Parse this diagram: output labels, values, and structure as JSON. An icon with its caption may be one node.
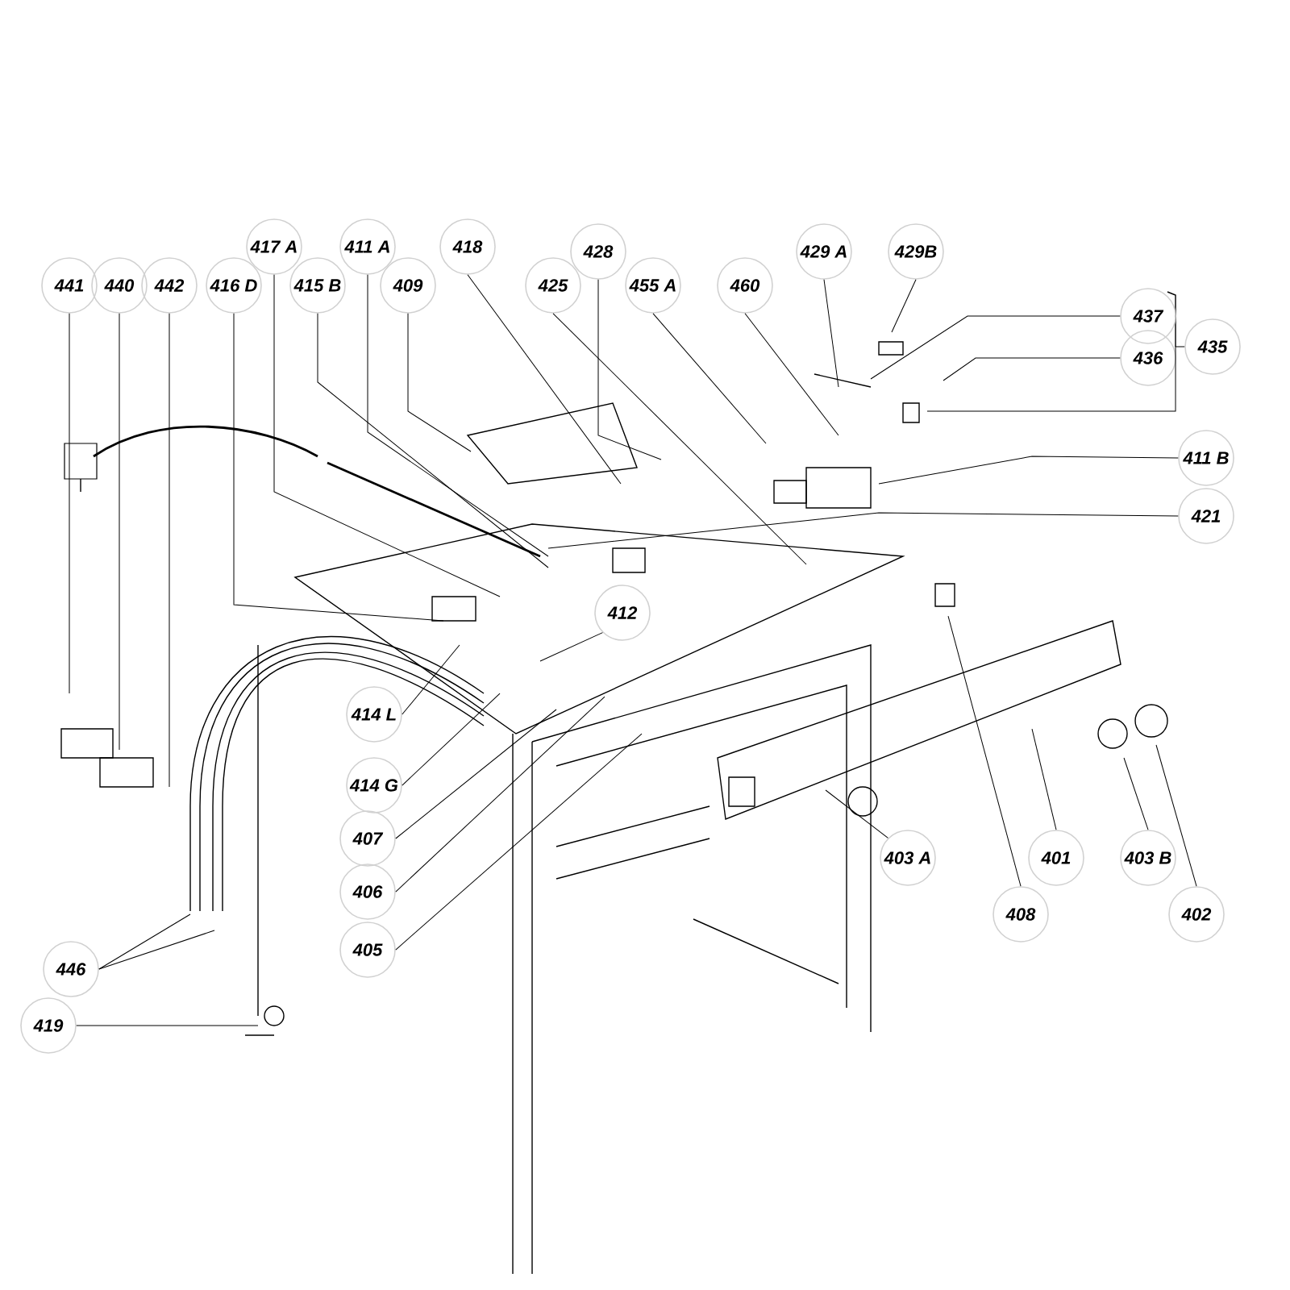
{
  "diagram": {
    "nodes": [
      {
        "text": [
          "417 A"
        ]
      },
      {
        "text": [
          "411 A"
        ]
      },
      {
        "text": [
          "418"
        ]
      },
      {
        "text": [
          "428"
        ]
      },
      {
        "text": [
          "429 A"
        ]
      },
      {
        "text": [
          "429B"
        ]
      },
      {
        "text": [
          "441"
        ]
      },
      {
        "text": [
          "440"
        ]
      },
      {
        "text": [
          "442"
        ]
      },
      {
        "text": [
          "416 D"
        ]
      },
      {
        "text": [
          "415 B"
        ]
      },
      {
        "text": [
          "409"
        ]
      },
      {
        "text": [
          "425"
        ]
      },
      {
        "text": [
          "455 A"
        ]
      },
      {
        "text": [
          "460"
        ]
      },
      {
        "text": [
          "437"
        ]
      },
      {
        "text": [
          "436"
        ]
      },
      {
        "text": [
          "435"
        ]
      },
      {
        "text": [
          "411 B"
        ]
      },
      {
        "text": [
          "421"
        ]
      },
      {
        "text": [
          "412"
        ]
      },
      {
        "text": [
          "414 L"
        ]
      },
      {
        "text": [
          "414 G"
        ]
      },
      {
        "text": [
          "407"
        ]
      },
      {
        "text": [
          "406"
        ]
      },
      {
        "text": [
          "405"
        ]
      },
      {
        "text": [
          "403 A"
        ]
      },
      {
        "text": [
          "401"
        ]
      },
      {
        "text": [
          "403 B"
        ]
      },
      {
        "text": [
          "408"
        ]
      },
      {
        "text": [
          "402"
        ]
      },
      {
        "text": [
          "446"
        ]
      },
      {
        "text": [
          "419"
        ]
      }
    ],
    "edges": [
      {
        "from": 0,
        "to": null,
        "arrow": "none"
      },
      {
        "from": 1,
        "to": null,
        "arrow": "none"
      },
      {
        "from": 2,
        "to": null,
        "arrow": "none"
      },
      {
        "from": 3,
        "to": null,
        "arrow": "none"
      },
      {
        "from": 4,
        "to": null,
        "arrow": "none"
      },
      {
        "from": 5,
        "to": null,
        "arrow": "none"
      },
      {
        "from": 6,
        "to": null,
        "arrow": "none"
      },
      {
        "from": 7,
        "to": null,
        "arrow": "none"
      },
      {
        "from": 8,
        "to": null,
        "arrow": "none"
      },
      {
        "from": 9,
        "to": null,
        "arrow": "none"
      },
      {
        "from": 10,
        "to": null,
        "arrow": "none"
      },
      {
        "from": 11,
        "to": null,
        "arrow": "none"
      },
      {
        "from": 12,
        "to": null,
        "arrow": "none"
      },
      {
        "from": 13,
        "to": null,
        "arrow": "none"
      },
      {
        "from": 14,
        "to": null,
        "arrow": "none"
      },
      {
        "from": 15,
        "to": null,
        "arrow": "none"
      },
      {
        "from": 16,
        "to": null,
        "arrow": "none"
      },
      {
        "from": 17,
        "to": null,
        "arrow": "none"
      },
      {
        "from": 18,
        "to": null,
        "arrow": "none"
      },
      {
        "from": 19,
        "to": null,
        "arrow": "none"
      },
      {
        "from": 20,
        "to": null,
        "arrow": "none"
      },
      {
        "from": 21,
        "to": null,
        "arrow": "none"
      },
      {
        "from": 22,
        "to": null,
        "arrow": "none"
      },
      {
        "from": 23,
        "to": null,
        "arrow": "none"
      },
      {
        "from": 24,
        "to": null,
        "arrow": "none"
      },
      {
        "from": 25,
        "to": null,
        "arrow": "none"
      },
      {
        "from": 26,
        "to": null,
        "arrow": "none"
      },
      {
        "from": 27,
        "to": null,
        "arrow": "none"
      },
      {
        "from": 28,
        "to": null,
        "arrow": "none"
      },
      {
        "from": 29,
        "to": null,
        "arrow": "none"
      },
      {
        "from": 30,
        "to": null,
        "arrow": "none"
      },
      {
        "from": 31,
        "to": null,
        "arrow": "none"
      },
      {
        "from": 31,
        "to": null,
        "arrow": "none"
      },
      {
        "from": 32,
        "to": null,
        "arrow": "none"
      }
    ]
  }
}
